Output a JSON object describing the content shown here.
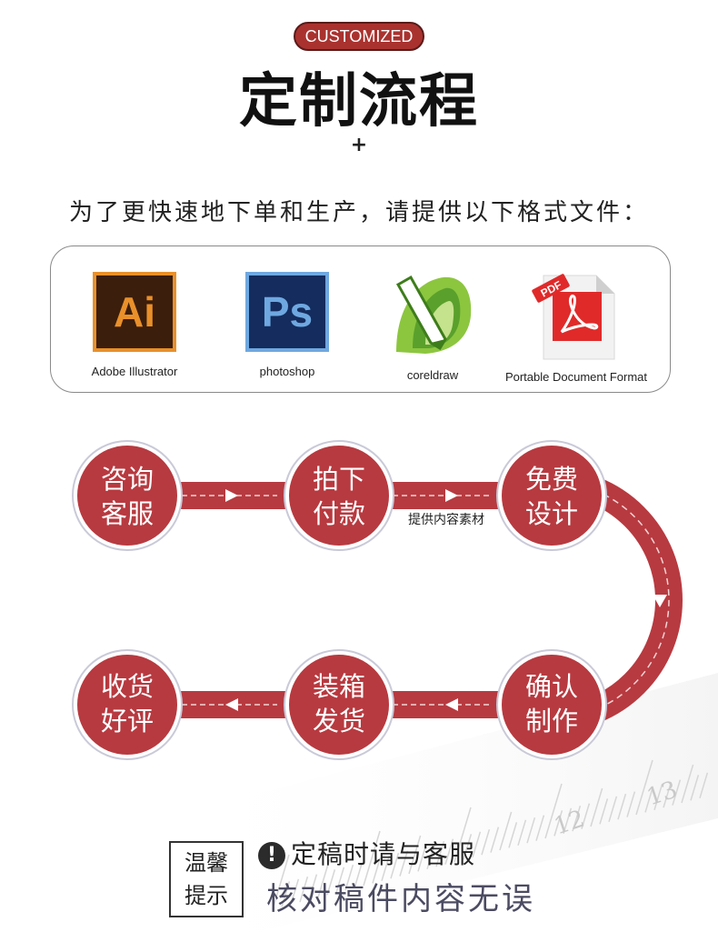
{
  "header": {
    "badge": "CUSTOMIZED",
    "title": "定制流程",
    "plus": "+",
    "subtitle": "为了更快速地下单和生产，请提供以下格式文件："
  },
  "formats": [
    {
      "icon": "adobe-illustrator-icon",
      "icon_text": "Ai",
      "label": "Adobe Illustrator"
    },
    {
      "icon": "photoshop-icon",
      "icon_text": "Ps",
      "label": "photoshop"
    },
    {
      "icon": "coreldraw-icon",
      "label": "coreldraw"
    },
    {
      "icon": "pdf-icon",
      "icon_text": "PDF",
      "label": "Portable Document Format"
    }
  ],
  "flow": {
    "steps": [
      {
        "line1": "咨询",
        "line2": "客服"
      },
      {
        "line1": "拍下",
        "line2": "付款"
      },
      {
        "line1": "免费",
        "line2": "设计"
      },
      {
        "line1": "确认",
        "line2": "制作"
      },
      {
        "line1": "装箱",
        "line2": "发货"
      },
      {
        "line1": "收货",
        "line2": "好评"
      }
    ],
    "step2_note": "提供内容素材"
  },
  "tips": {
    "box_line1": "温馨",
    "box_line2": "提示",
    "warning_glyph": "!",
    "line1": "定稿时请与客服",
    "line2": "核对稿件内容无误"
  },
  "ruler": {
    "numbers": [
      "12",
      "13"
    ]
  },
  "colors": {
    "accent": "#a9322f",
    "node": "#b73a40",
    "ring": "#c9c9d8"
  }
}
